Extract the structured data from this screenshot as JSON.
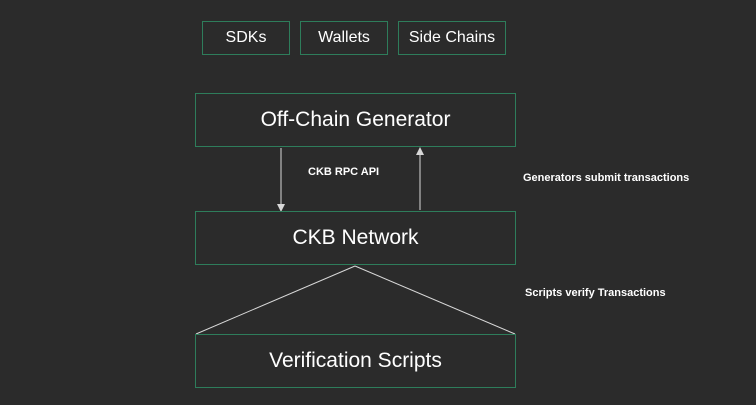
{
  "top_tags": [
    {
      "label": "SDKs"
    },
    {
      "label": "Wallets"
    },
    {
      "label": "Side Chains"
    }
  ],
  "boxes": {
    "generator": "Off-Chain Generator",
    "network": "CKB Network",
    "scripts": "Verification Scripts"
  },
  "labels": {
    "rpc_api": "CKB RPC API",
    "submit": "Generators submit transactions",
    "verify": "Scripts verify Transactions"
  },
  "colors": {
    "background": "#2b2b2b",
    "box_border": "#2e7d5b",
    "text": "#ffffff",
    "connector": "#d8d8d8"
  }
}
